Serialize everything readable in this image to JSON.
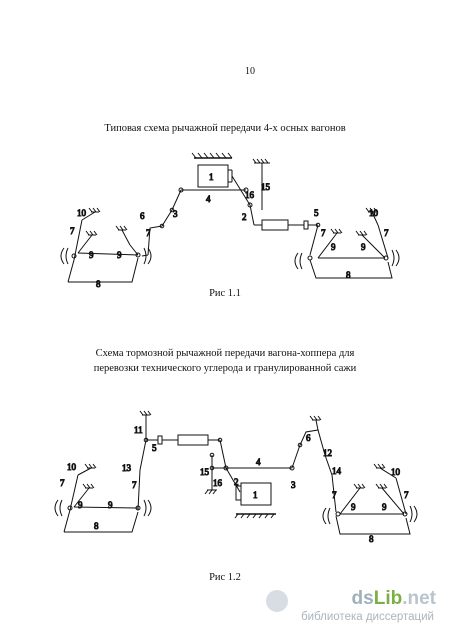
{
  "page_number": "10",
  "figure1": {
    "caption": "Типовая схема рычажной передачи 4-х осных вагонов",
    "label": "Рис 1.1",
    "numbers": {
      "n1": "1",
      "n2": "2",
      "n3": "3",
      "n4": "4",
      "n5": "5",
      "n6": "6",
      "n7a": "7",
      "n7b": "7",
      "n7c": "7",
      "n7d": "7",
      "n8a": "8",
      "n8b": "8",
      "n9a": "9",
      "n9b": "9",
      "n9c": "9",
      "n9d": "9",
      "n10a": "10",
      "n10b": "10",
      "n15": "15",
      "n16": "16"
    }
  },
  "figure2": {
    "caption_line1": "Схема тормозной рычажной передачи вагона-хоппера для",
    "caption_line2": "перевозки технического углерода и гранулированной сажи",
    "label": "Рис 1.2",
    "numbers": {
      "n1": "1",
      "n2": "2",
      "n3": "3",
      "n4": "4",
      "n5": "5",
      "n6": "6",
      "n7a": "7",
      "n7b": "7",
      "n7c": "7",
      "n7d": "7",
      "n8a": "8",
      "n8b": "8",
      "n9a": "9",
      "n9b": "9",
      "n9c": "9",
      "n9d": "9",
      "n10a": "10",
      "n10b": "10",
      "n11": "11",
      "n12": "12",
      "n13": "13",
      "n14": "14",
      "n15": "15",
      "n16": "16"
    }
  },
  "watermark": {
    "logo_prefix": "ds",
    "logo_main": "Lib",
    "logo_suffix": ".net",
    "tagline": "библиотека диссертаций"
  }
}
